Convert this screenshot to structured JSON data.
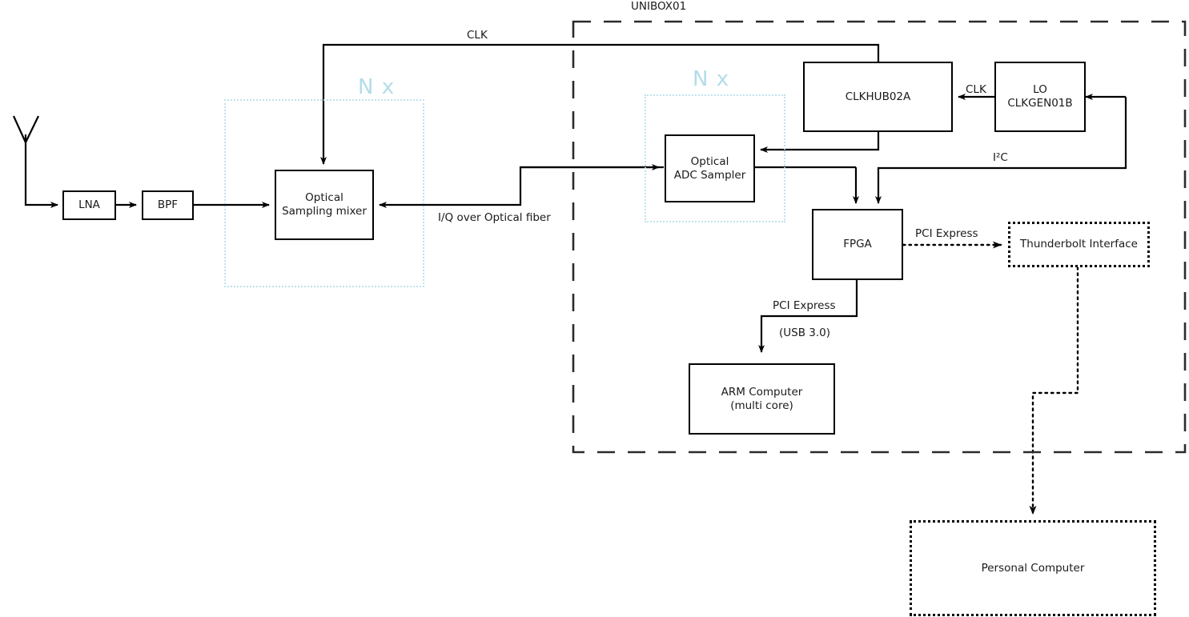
{
  "diagram": {
    "title": "UNIBOX01 optical sampling receiver block diagram",
    "enclosure_label": "UNIBOX01",
    "accent_group_color": "#b3dce9",
    "line_color": "#000000"
  },
  "group_labels": {
    "rf_frontend": "N x",
    "adc_group": "N x"
  },
  "blocks": [
    {
      "id": "antenna",
      "label": "",
      "style": "antenna"
    },
    {
      "id": "lna",
      "label": "LNA",
      "style": "solid"
    },
    {
      "id": "bpf",
      "label": "BPF",
      "style": "solid"
    },
    {
      "id": "mixer",
      "label": "Optical\nSampling mixer",
      "style": "solid"
    },
    {
      "id": "adc",
      "label": "Optical\nADC Sampler",
      "style": "solid"
    },
    {
      "id": "clkhub",
      "label": "CLKHUB02A",
      "style": "solid"
    },
    {
      "id": "lo",
      "label": "LO\nCLKGEN01B",
      "style": "solid"
    },
    {
      "id": "fpga",
      "label": "FPGA",
      "style": "solid"
    },
    {
      "id": "arm",
      "label": "ARM Computer\n(multi core)",
      "style": "solid"
    },
    {
      "id": "thunderbolt",
      "label": "Thunderbolt Interface",
      "style": "dotted"
    },
    {
      "id": "pc",
      "label": "Personal Computer",
      "style": "dotted"
    }
  ],
  "edge_labels": {
    "clk_top": "CLK",
    "clk_lo_to_hub": "CLK",
    "iq_fiber": "I/Q over Optical fiber",
    "i2c": "I²C",
    "pcie_thunderbolt": "PCI Express",
    "pcie_arm": "PCI Express",
    "usb3": "(USB 3.0)"
  }
}
